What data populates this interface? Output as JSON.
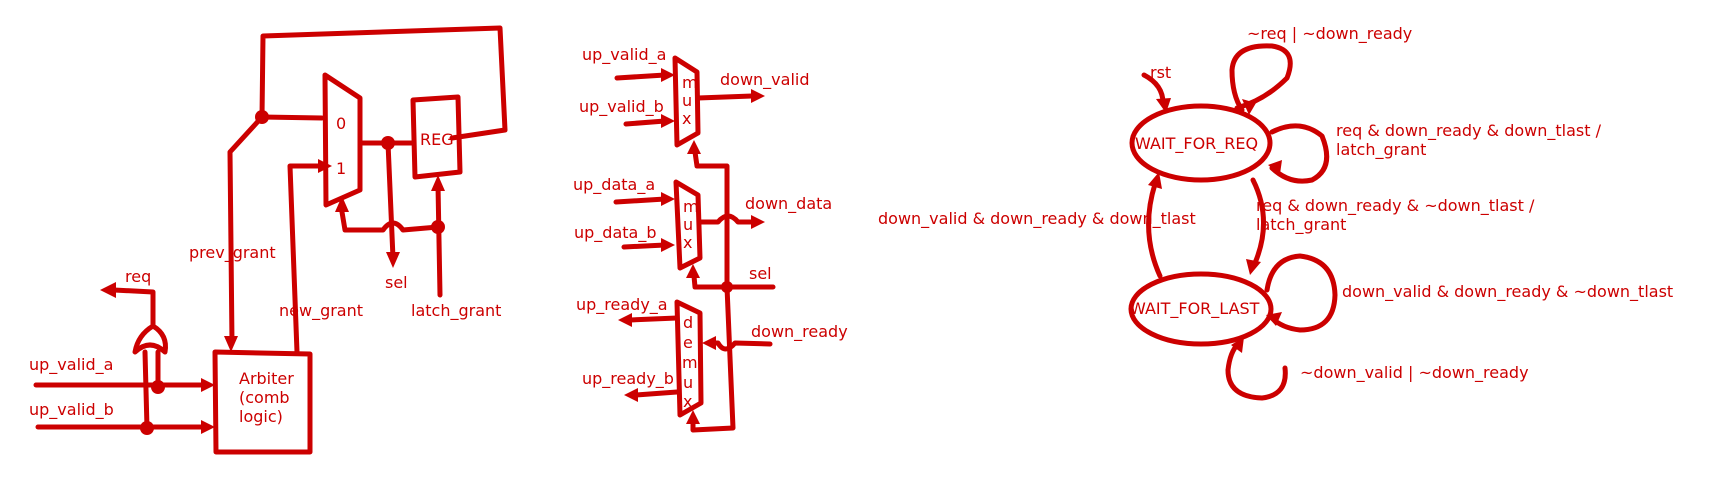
{
  "colors": {
    "ink": "#cc0000",
    "background": "#ffffff"
  },
  "arbiter_circuit": {
    "inputs": {
      "up_valid_a": "up_valid_a",
      "up_valid_b": "up_valid_b"
    },
    "req": "req",
    "arbiter_block": [
      "Arbiter",
      "(comb",
      "logic)"
    ],
    "prev_grant": "prev_grant",
    "new_grant": "new_grant",
    "mux_inputs": [
      "0",
      "1"
    ],
    "reg": "REG",
    "sel": "sel",
    "latch_grant": "latch_grant"
  },
  "datapath": {
    "up_valid_a": "up_valid_a",
    "up_valid_b": "up_valid_b",
    "down_valid": "down_valid",
    "up_data_a": "up_data_a",
    "up_data_b": "up_data_b",
    "down_data": "down_data",
    "sel": "sel",
    "up_ready_a": "up_ready_a",
    "up_ready_b": "up_ready_b",
    "down_ready": "down_ready",
    "mux_letters": [
      "m",
      "u",
      "x"
    ],
    "demux_letters": [
      "d",
      "e",
      "m",
      "u",
      "x"
    ]
  },
  "fsm": {
    "rst": "rst",
    "state_req": "WAIT_FOR_REQ",
    "state_last": "WAIT_FOR_LAST",
    "self_req_top": "~req | ~down_ready",
    "self_req_right": [
      "req & down_ready & down_tlast /",
      "latch_grant"
    ],
    "req_to_last": [
      "req & down_ready & ~down_tlast /",
      "latch_grant"
    ],
    "last_to_req": "down_valid & down_ready & down_tlast",
    "self_last_right": "down_valid & down_ready & ~down_tlast",
    "self_last_bottom": "~down_valid | ~down_ready"
  }
}
